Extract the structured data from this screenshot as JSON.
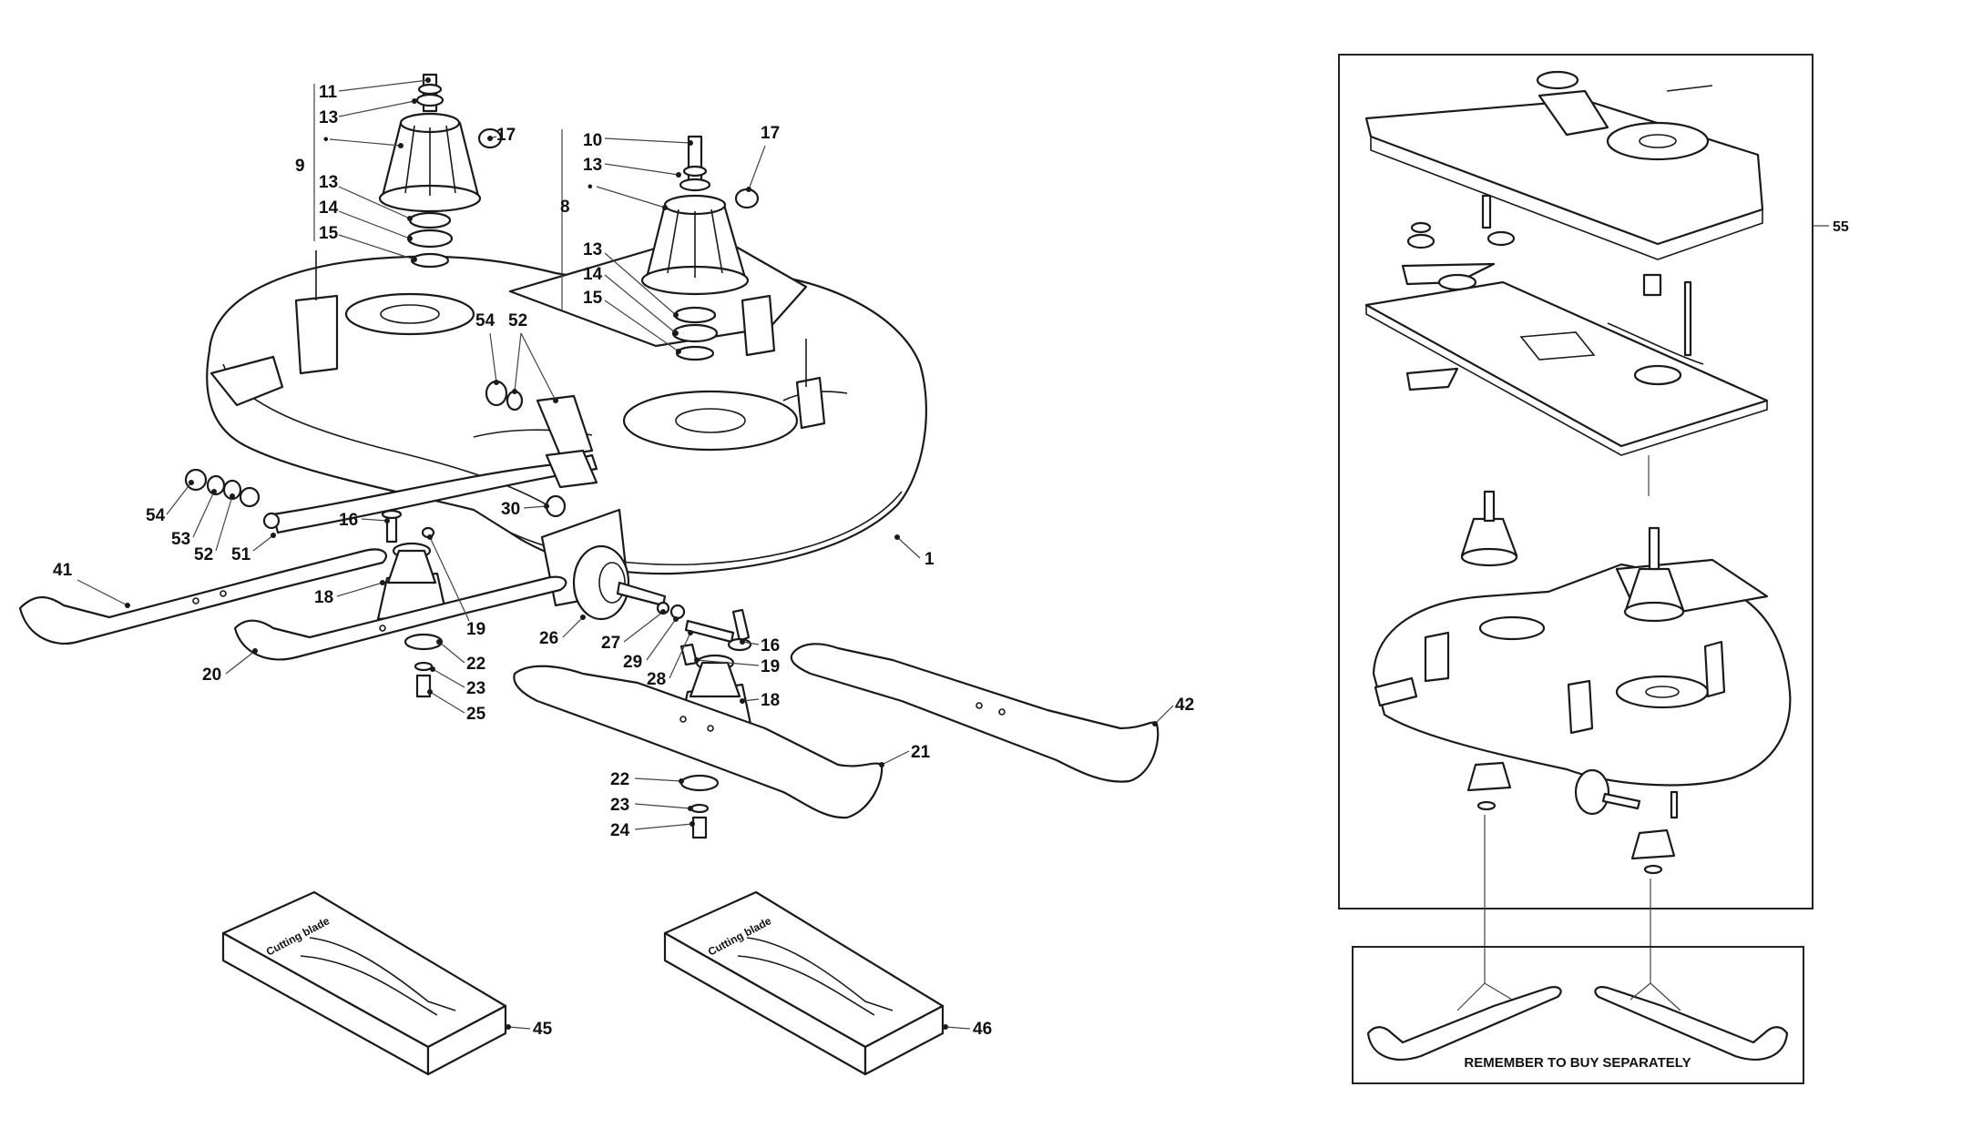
{
  "labels": {
    "c1": "1",
    "c8": "8",
    "c9": "9",
    "c10": "10",
    "c11": "11",
    "c13a": "13",
    "c13b": "13",
    "c13c": "13",
    "c13d": "13",
    "c14a": "14",
    "c14b": "14",
    "c15a": "15",
    "c15b": "15",
    "c16a": "16",
    "c16b": "16",
    "c17a": "17",
    "c17b": "17",
    "c18a": "18",
    "c18b": "18",
    "c19a": "19",
    "c19b": "19",
    "c20": "20",
    "c21": "21",
    "c22a": "22",
    "c22b": "22",
    "c23a": "23",
    "c23b": "23",
    "c24": "24",
    "c25": "25",
    "c26": "26",
    "c27": "27",
    "c28": "28",
    "c29": "29",
    "c30": "30",
    "c41": "41",
    "c42": "42",
    "c45": "45",
    "c46": "46",
    "c51": "51",
    "c52a": "52",
    "c52b": "52",
    "c53": "53",
    "c54a": "54",
    "c54b": "54",
    "c55": "55"
  },
  "dots": {
    "d9": "•",
    "d8": "•"
  },
  "package_text_1": "Cutting blade",
  "package_text_2": "Cutting blade",
  "separate_box_text": "REMEMBER TO BUY SEPARATELY"
}
